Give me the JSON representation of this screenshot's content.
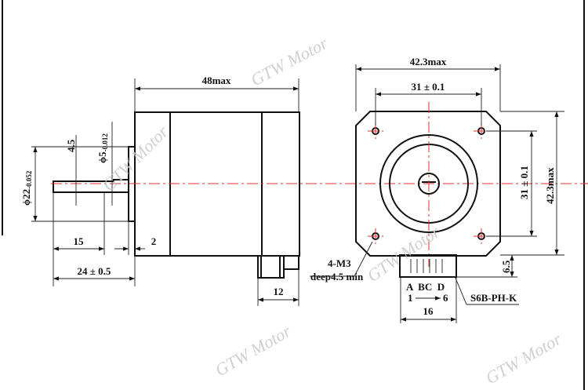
{
  "watermark": "GTW Motor",
  "colors": {
    "line": "#111111",
    "centerline": "#e03030",
    "watermark": "#c8c8c8"
  },
  "side_view": {
    "length": "48max",
    "shaft_flat": "4.5",
    "shaft_dia": "ϕ5",
    "shaft_dia_tol": "-0.012",
    "shaft_dia_tol_up": "0",
    "boss_dia": "ϕ22",
    "boss_dia_tol": "-0.052",
    "boss_dia_tol_up": "0",
    "shaft_len": "15",
    "boss_height": "2",
    "shaft_total": "24 ± 0.5",
    "connector_width": "12"
  },
  "front_view": {
    "width": "42.3max",
    "height": "42.3max",
    "hole_spacing_h": "31 ± 0.1",
    "hole_spacing_v": "31 ± 0.1",
    "holes": "4-M3",
    "hole_depth": "deep4.5 min",
    "connector_height": "6.5",
    "connector_width": "16",
    "pins": "A  BC  D",
    "pin_range_start": "1",
    "pin_range_end": "6",
    "connector_part": "S6B-PH-K"
  }
}
